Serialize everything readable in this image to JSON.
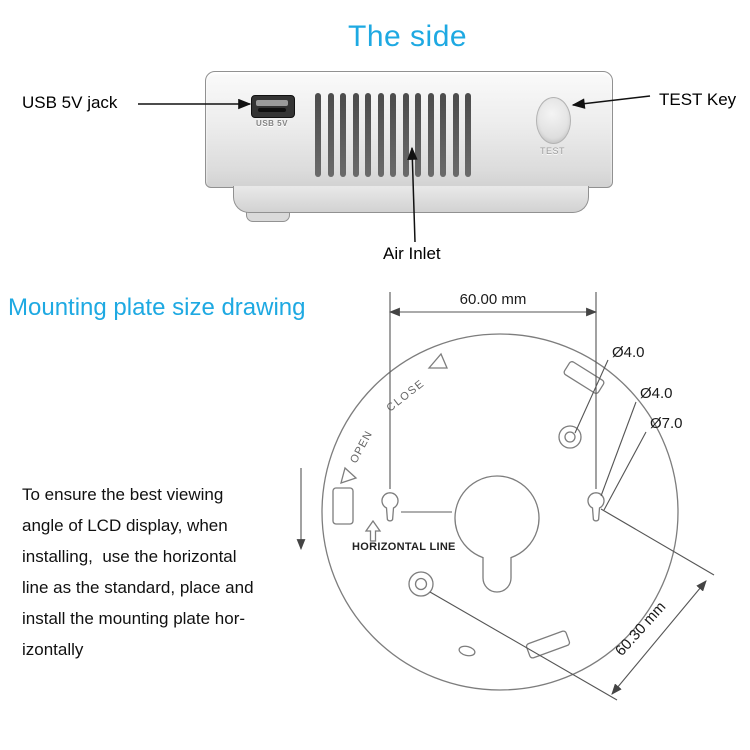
{
  "title": "The side",
  "section2_title": "Mounting plate size drawing",
  "colors": {
    "accent": "#1ea9e2"
  },
  "device": {
    "usb_jack_label": "USB 5V jack",
    "test_key_label": "TEST Key",
    "air_inlet_label": "Air Inlet",
    "usb_port_text": "USB 5V",
    "test_button_text": "TEST"
  },
  "drawing": {
    "dim_width": "60.00 mm",
    "dim_diagonal": "60.30 mm",
    "dia_label_1": "Ø4.0",
    "dia_label_2": "Ø4.0",
    "dia_label_3": "Ø7.0",
    "close_label": "CLOSE",
    "open_label": "OPEN",
    "horizontal_line_label": "HORIZONTAL LINE"
  },
  "note": {
    "lines": [
      "To ensure the best viewing",
      "angle of LCD display, when",
      "installing,  use the horizontal",
      "line as the standard, place and",
      "install the mounting plate hor-",
      "izontally"
    ]
  }
}
